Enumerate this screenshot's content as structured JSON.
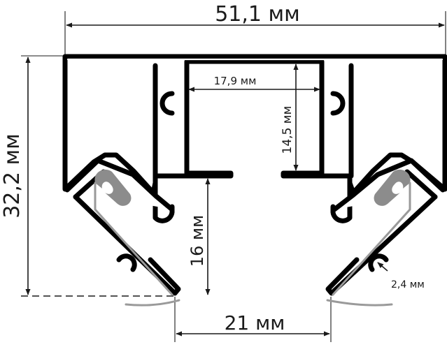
{
  "drawing": {
    "dimensions": {
      "overall_width": "51,1 мм",
      "overall_height": "32,2 мм",
      "channel_width": "17,9 мм",
      "channel_depth": "14,5 мм",
      "lower_depth": "16 мм",
      "opening_width": "21 мм",
      "groove_diameter": "2,4 мм"
    },
    "colors": {
      "profile_outline": "#000000",
      "diffuser_gasket": "#8c8c8c",
      "dimension_lines": "#1a1a1a"
    }
  }
}
